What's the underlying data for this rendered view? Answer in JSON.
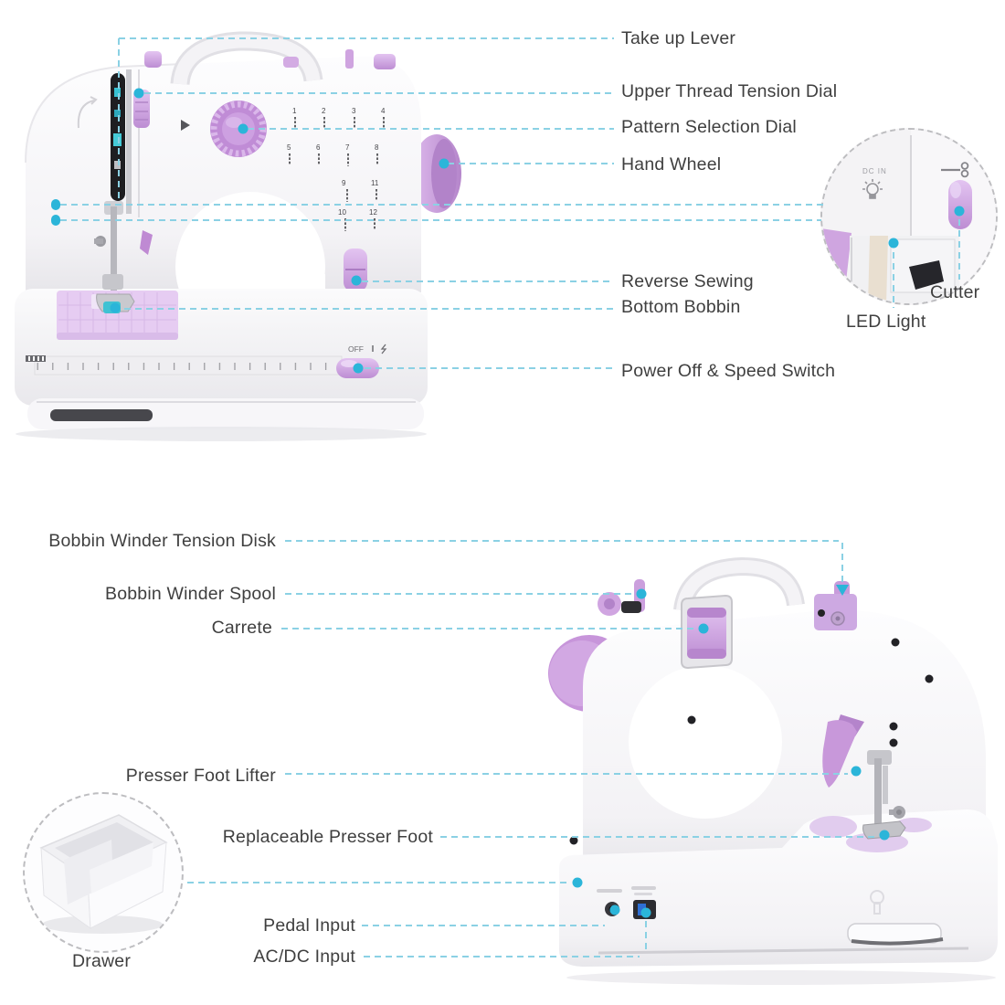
{
  "colors": {
    "leader_line": "#8bd1e4",
    "anchor_dot": "#2bb5d9",
    "accent_lilac": "#cb9fde",
    "label_text": "#3f3f3f"
  },
  "front_view": {
    "labels": {
      "take_up_lever": "Take up Lever",
      "upper_thread_tension_dial": "Upper Thread Tension Dial",
      "pattern_selection_dial": "Pattern Selection Dial",
      "hand_wheel": "Hand Wheel",
      "reverse_sewing": "Reverse Sewing",
      "bottom_bobbin": "Bottom Bobbin",
      "power_off_speed_switch": "Power Off & Speed Switch"
    },
    "power_marking": "OFF",
    "pattern_numbers": [
      "1",
      "2",
      "3",
      "4",
      "5",
      "6",
      "7",
      "8",
      "9",
      "10",
      "11",
      "12"
    ]
  },
  "detail_inset_top": {
    "dc_in_label": "DC IN",
    "labels": {
      "cutter": "Cutter",
      "led_light": "LED Light"
    }
  },
  "back_view": {
    "labels": {
      "bobbin_winder_tension_disk": "Bobbin Winder Tension Disk",
      "bobbin_winder_spool": "Bobbin Winder Spool",
      "carrete": "Carrete",
      "presser_foot_lifter": "Presser Foot Lifter",
      "replaceable_presser_foot": "Replaceable Presser Foot",
      "pedal_input": "Pedal Input",
      "ac_dc_input": "AC/DC Input"
    }
  },
  "detail_inset_drawer": {
    "label": "Drawer"
  }
}
